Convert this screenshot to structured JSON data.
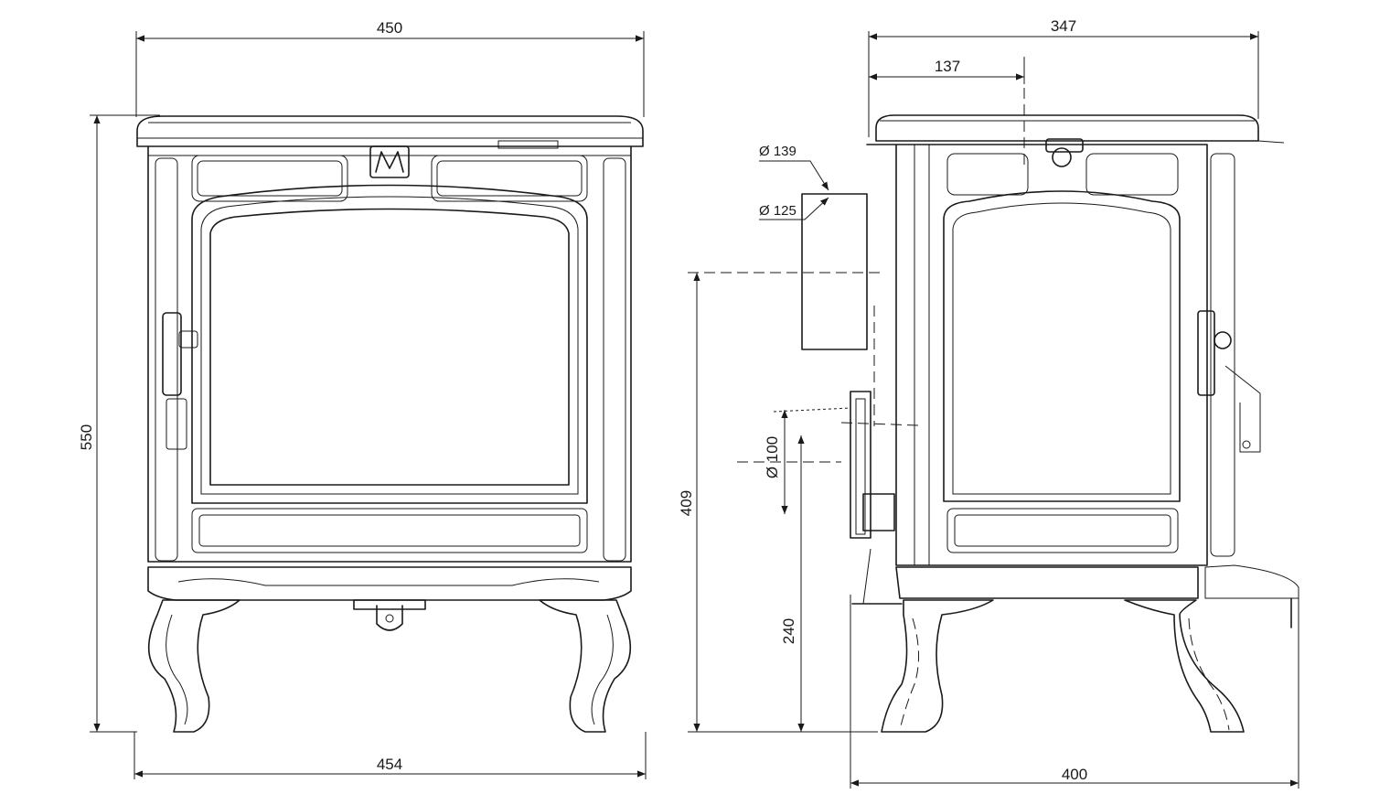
{
  "dimensions": {
    "front_top_width": "450",
    "front_bottom_width": "454",
    "front_height": "550",
    "side_top_width": "347",
    "side_flue_offset": "137",
    "side_bottom_depth": "400",
    "side_rear_flue_height": "409",
    "side_air_inlet_height": "240",
    "flue_outer_diameter": "Ø 139",
    "flue_inner_diameter": "Ø 125",
    "air_inlet_diameter": "Ø 100"
  }
}
